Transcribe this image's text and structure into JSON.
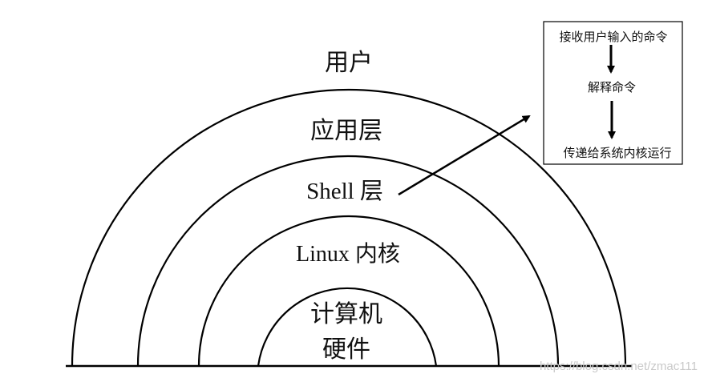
{
  "layers": {
    "user": "用户",
    "application": "应用层",
    "shell": "Shell 层",
    "kernel": "Linux 内核",
    "hardware_line1": "计算机",
    "hardware_line2": "硬件"
  },
  "shell_process": {
    "step1": "接收用户输入的命令",
    "step2": "解释命令",
    "step3": "传递给系统内核运行"
  },
  "watermark": "https://blog.csdn.net/zmac111",
  "colors": {
    "stroke": "#000000",
    "text": "#111111",
    "watermark": "#c9c9c9"
  }
}
